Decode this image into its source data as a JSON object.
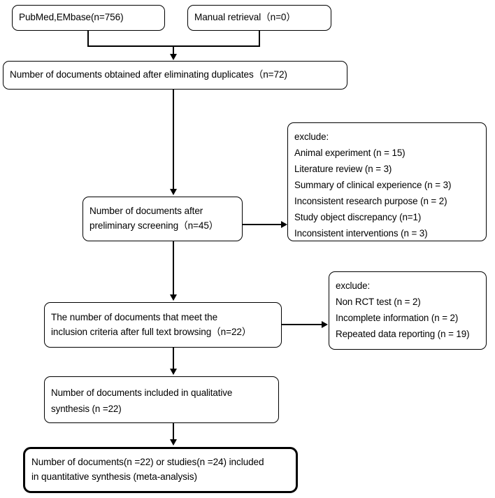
{
  "diagram": {
    "title": "PRISMA study selection flow diagram",
    "background": "#ffffff",
    "line_color": "#000000",
    "text_color": "#000000"
  },
  "nodes": {
    "source_database": {
      "lines": [
        "PubMed,EMbase(n=756)"
      ],
      "n": 756
    },
    "source_manual": {
      "lines": [
        "Manual retrieval（n=0）"
      ],
      "n": 0
    },
    "deduplicated": {
      "lines": [
        "Number of documents obtained after eliminating duplicates（n=72)"
      ],
      "n": 72
    },
    "preliminary_screening": {
      "lines": [
        "Number of documents after",
        "preliminary screening（n=45）"
      ],
      "n": 45
    },
    "exclude_screening": {
      "lines": [
        "exclude:",
        "Animal experiment (n = 15)",
        "Literature review (n = 3)",
        "Summary of clinical experience (n = 3)",
        "Inconsistent research purpose (n = 2)",
        "Study object discrepancy (n=1)",
        "Inconsistent interventions (n = 3)"
      ]
    },
    "full_text_included": {
      "lines": [
        "The number of documents that meet the",
        "inclusion criteria after full text browsing（n=22）"
      ],
      "n": 22
    },
    "exclude_fulltext": {
      "lines": [
        "exclude:",
        "Non RCT test (n = 2)",
        "Incomplete information (n = 2)",
        "Repeated data reporting (n = 19)"
      ]
    },
    "qualitative_synthesis": {
      "lines": [
        "Number of documents included in qualitative",
        "synthesis (n =22)"
      ],
      "n": 22
    },
    "quantitative_synthesis": {
      "lines": [
        "Number of documents(n =22) or studies(n =24) included",
        "in quantitative synthesis (meta-analysis)"
      ],
      "documents": 22,
      "studies": 24
    }
  }
}
